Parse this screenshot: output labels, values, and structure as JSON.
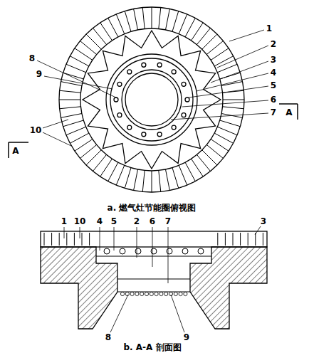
{
  "diagram": {
    "labels": [
      "1",
      "2",
      "3",
      "4",
      "5",
      "6",
      "7",
      "8",
      "9",
      "10",
      "A",
      "A",
      "a. 燃气灶节能圈俯视图",
      "1",
      "10",
      "4",
      "5",
      "2",
      "6",
      "7",
      "3",
      "8",
      "9",
      "b. A-A 剖面图"
    ]
  }
}
